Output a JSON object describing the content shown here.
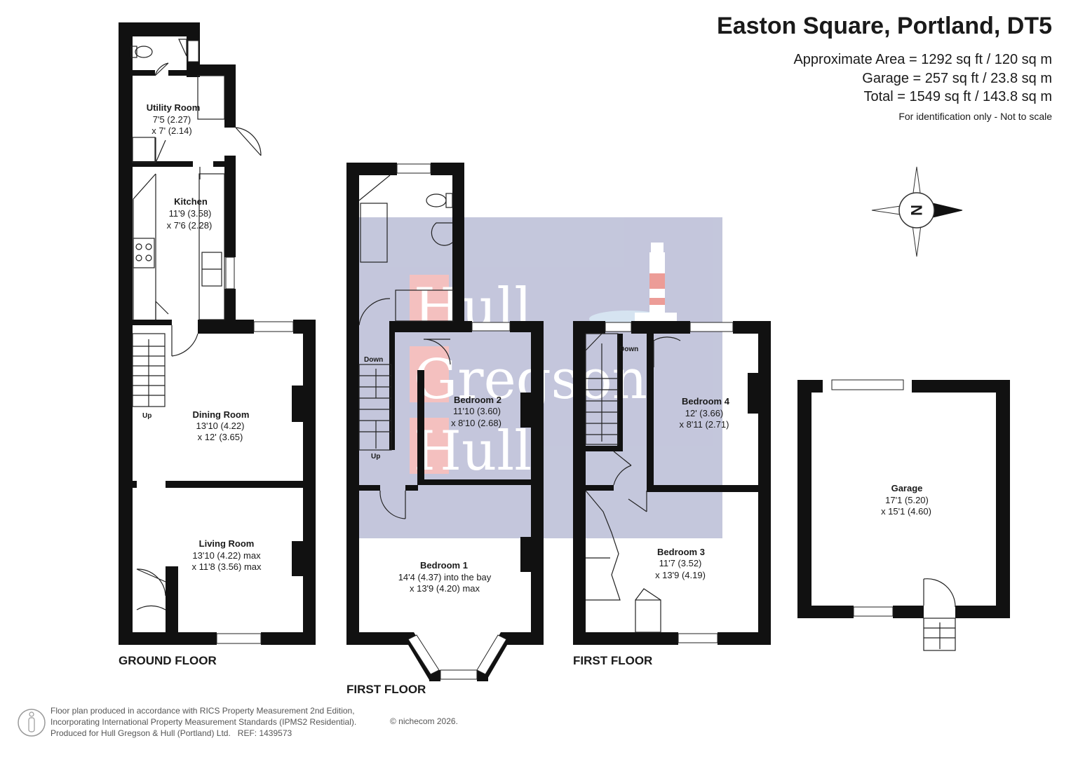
{
  "header": {
    "title": "Easton Square, Portland, DT5",
    "approx_area": "Approximate Area = 1292 sq ft / 120 sq m",
    "garage_area": "Garage = 257 sq ft / 23.8 sq m",
    "total_area": "Total = 1549 sq ft / 143.8 sq m",
    "note": "For identification only - Not to scale"
  },
  "compass": {
    "letter": "N"
  },
  "watermark": {
    "line1": "Hull",
    "line2": "Gregson",
    "line3": "Hull",
    "colors": {
      "panel": "#babdd6",
      "tile": "#f3b6b4",
      "lighthouse_red": "#e98b86"
    }
  },
  "floors": {
    "ground": "GROUND FLOOR",
    "first_a": "FIRST FLOOR",
    "first_b": "FIRST FLOOR"
  },
  "rooms": {
    "utility": {
      "name": "Utility Room",
      "dim1": "7'5 (2.27)",
      "dim2": "x 7' (2.14)"
    },
    "kitchen": {
      "name": "Kitchen",
      "dim1": "11'9 (3.58)",
      "dim2": "x 7'6 (2.28)"
    },
    "dining": {
      "name": "Dining Room",
      "dim1": "13'10 (4.22)",
      "dim2": "x 12' (3.65)"
    },
    "living": {
      "name": "Living Room",
      "dim1": "13'10 (4.22) max",
      "dim2": "x 11'8 (3.56) max"
    },
    "bedroom2": {
      "name": "Bedroom 2",
      "dim1": "11'10 (3.60)",
      "dim2": "x 8'10 (2.68)"
    },
    "bedroom1": {
      "name": "Bedroom 1",
      "dim1": "14'4 (4.37) into the bay",
      "dim2": "x 13'9 (4.20) max"
    },
    "bedroom4": {
      "name": "Bedroom 4",
      "dim1": "12' (3.66)",
      "dim2": "x 8'11 (2.71)"
    },
    "bedroom3": {
      "name": "Bedroom 3",
      "dim1": "11'7 (3.52)",
      "dim2": "x 13'9 (4.19)"
    },
    "garage": {
      "name": "Garage",
      "dim1": "17'1 (5.20)",
      "dim2": "x 15'1 (4.60)"
    }
  },
  "stairs": {
    "up": "Up",
    "down": "Down"
  },
  "footer": {
    "line1": "Floor plan produced in accordance with RICS Property Measurement 2nd Edition,",
    "line2": "Incorporating International Property Measurement Standards (IPMS2 Residential).",
    "line3": "Produced for Hull Gregson & Hull (Portland) Ltd.   REF: 1439573",
    "copyright": "© nichecom 2026."
  }
}
